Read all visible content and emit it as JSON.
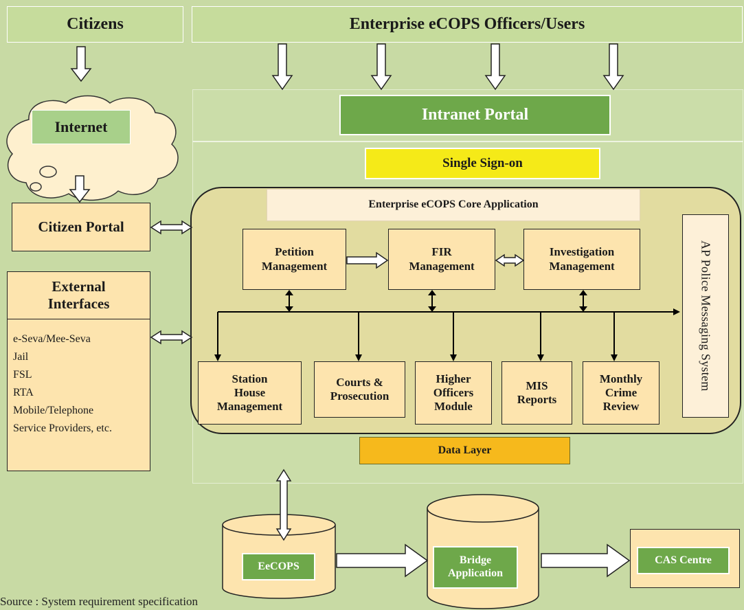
{
  "top": {
    "citizens": "Citizens",
    "officers": "Enterprise eCOPS Officers/Users"
  },
  "internet": "Internet",
  "citizen_portal": "Citizen Portal",
  "external": {
    "title_line1": "External",
    "title_line2": "Interfaces",
    "items": [
      "e-Seva/Mee-Seva",
      "Jail",
      "FSL",
      "RTA",
      "Mobile/Telephone",
      "Service Providers, etc."
    ]
  },
  "intranet_portal": "Intranet Portal",
  "single_sign_on": "Single Sign-on",
  "core_app": "Enterprise eCOPS Core Application",
  "modules": {
    "petition": [
      "Petition",
      "Management"
    ],
    "fir": [
      "FIR",
      "Management"
    ],
    "investigation": [
      "Investigation",
      "Management"
    ],
    "station_house": [
      "Station",
      "House",
      "Management"
    ],
    "courts": [
      "Courts &",
      "Prosecution"
    ],
    "higher_officers": [
      "Higher",
      "Officers",
      "Module"
    ],
    "mis": [
      "MIS",
      "Reports"
    ],
    "monthly_crime": [
      "Monthly",
      "Crime",
      "Review"
    ]
  },
  "messaging": "AP Police Messaging System",
  "data_layer": "Data Layer",
  "bottom": {
    "eecops": "EeCOPS",
    "bridge_line1": "Bridge",
    "bridge_line2": "Application",
    "cas": "CAS Centre"
  },
  "source": "Source : System requirement specification"
}
